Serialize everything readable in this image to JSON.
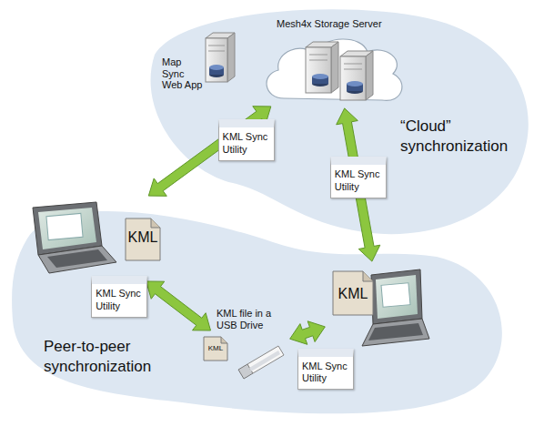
{
  "diagram": {
    "nodes": [
      {
        "text": [
          "Mesh4x Storage Server"
        ]
      },
      {
        "text": [
          "Map Sync Web App"
        ]
      },
      {
        "text": [
          "KML"
        ]
      },
      {
        "text": [
          "KML"
        ]
      },
      {
        "text": [
          "KML file in a USB Drive",
          "KML"
        ]
      }
    ],
    "edges": [
      {
        "from": 2,
        "to": 0,
        "label": "KML Sync Utility",
        "arrow": "both"
      },
      {
        "from": 0,
        "to": 3,
        "label": "KML Sync Utility",
        "arrow": "both"
      },
      {
        "from": 2,
        "to": 4,
        "label": "KML Sync Utility",
        "arrow": "both"
      },
      {
        "from": 4,
        "to": 3,
        "label": "KML Sync Utility",
        "arrow": "both"
      }
    ],
    "labels": [
      "“Cloud” synchronization",
      "Peer-to-peer synchronization"
    ]
  }
}
